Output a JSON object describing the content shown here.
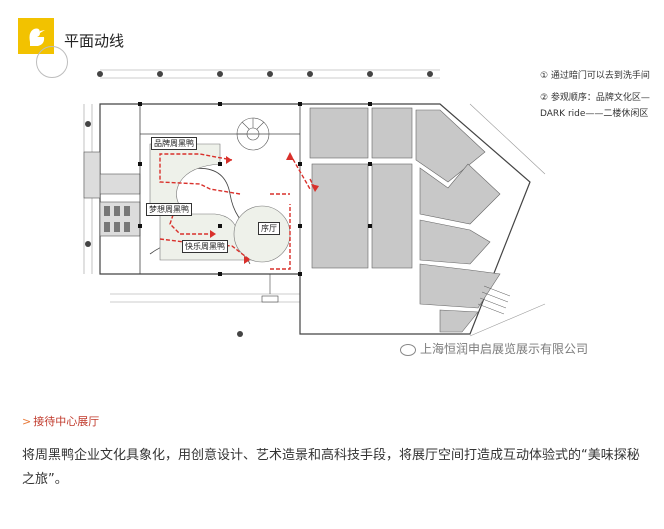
{
  "header": {
    "title": "平面动线"
  },
  "plan": {
    "notes": [
      "① 通过暗门可以去到洗手间",
      "② 参观顺序：品牌文化区—DARK ride——二楼休闲区"
    ],
    "zones": [
      "品牌周黑鸭",
      "梦想周黑鸭",
      "快乐周黑鸭",
      "序厅"
    ],
    "colors": {
      "route": "#d9302b",
      "gray_room": "#c6c6c6",
      "line": "#555555"
    }
  },
  "watermark": {
    "text": "上海恒润申启展览展示有限公司",
    "icon": "wechat-icon"
  },
  "section": {
    "title": "接待中心展厅",
    "arrow_icon": "angle-arrow-icon"
  },
  "body": {
    "paragraph": "将周黑鸭企业文化具象化，用创意设计、艺术造景和高科技手段，将展厅空间打造成互动体验式的“美味探秘之旅”。"
  }
}
